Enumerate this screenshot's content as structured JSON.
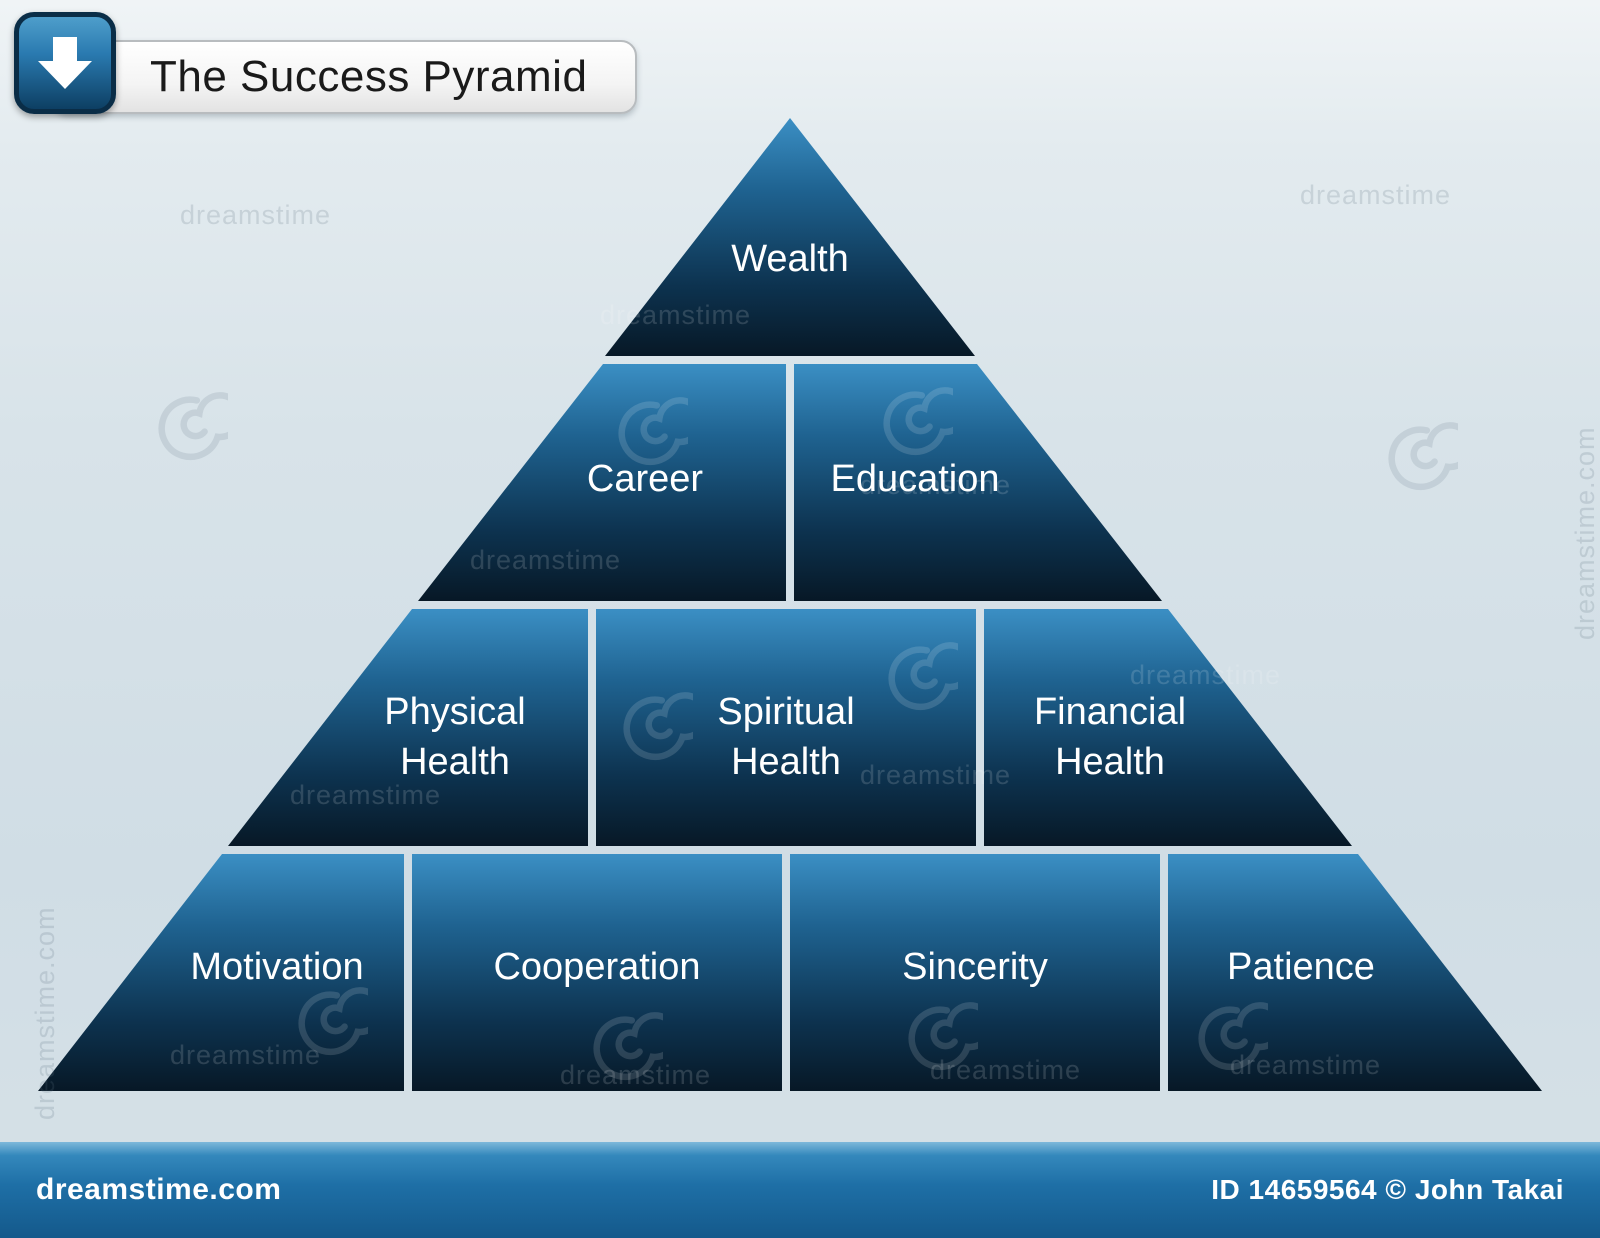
{
  "title": {
    "text": "The Success Pyramid"
  },
  "pyramid": {
    "levels": [
      {
        "blocks": [
          {
            "label": "Wealth"
          }
        ]
      },
      {
        "blocks": [
          {
            "label": "Career"
          },
          {
            "label": "Education"
          }
        ]
      },
      {
        "blocks": [
          {
            "label": "Physical Health"
          },
          {
            "label": "Spiritual Health"
          },
          {
            "label": "Financial Health"
          }
        ]
      },
      {
        "blocks": [
          {
            "label": "Motivation"
          },
          {
            "label": "Cooperation"
          },
          {
            "label": "Sincerity"
          },
          {
            "label": "Patience"
          }
        ]
      }
    ]
  },
  "watermark": {
    "brand": "dreamstime",
    "site": "dreamstime.com"
  },
  "footer": {
    "site": "dreamstime.com",
    "credit": "ID 14659564 © John Takai"
  },
  "colors": {
    "block_top": "#3b8fc4",
    "block_bottom": "#071826",
    "footer_blue": "#1e6fa6",
    "badge_border": "#0a2d47",
    "background": "#d8e3e9"
  }
}
